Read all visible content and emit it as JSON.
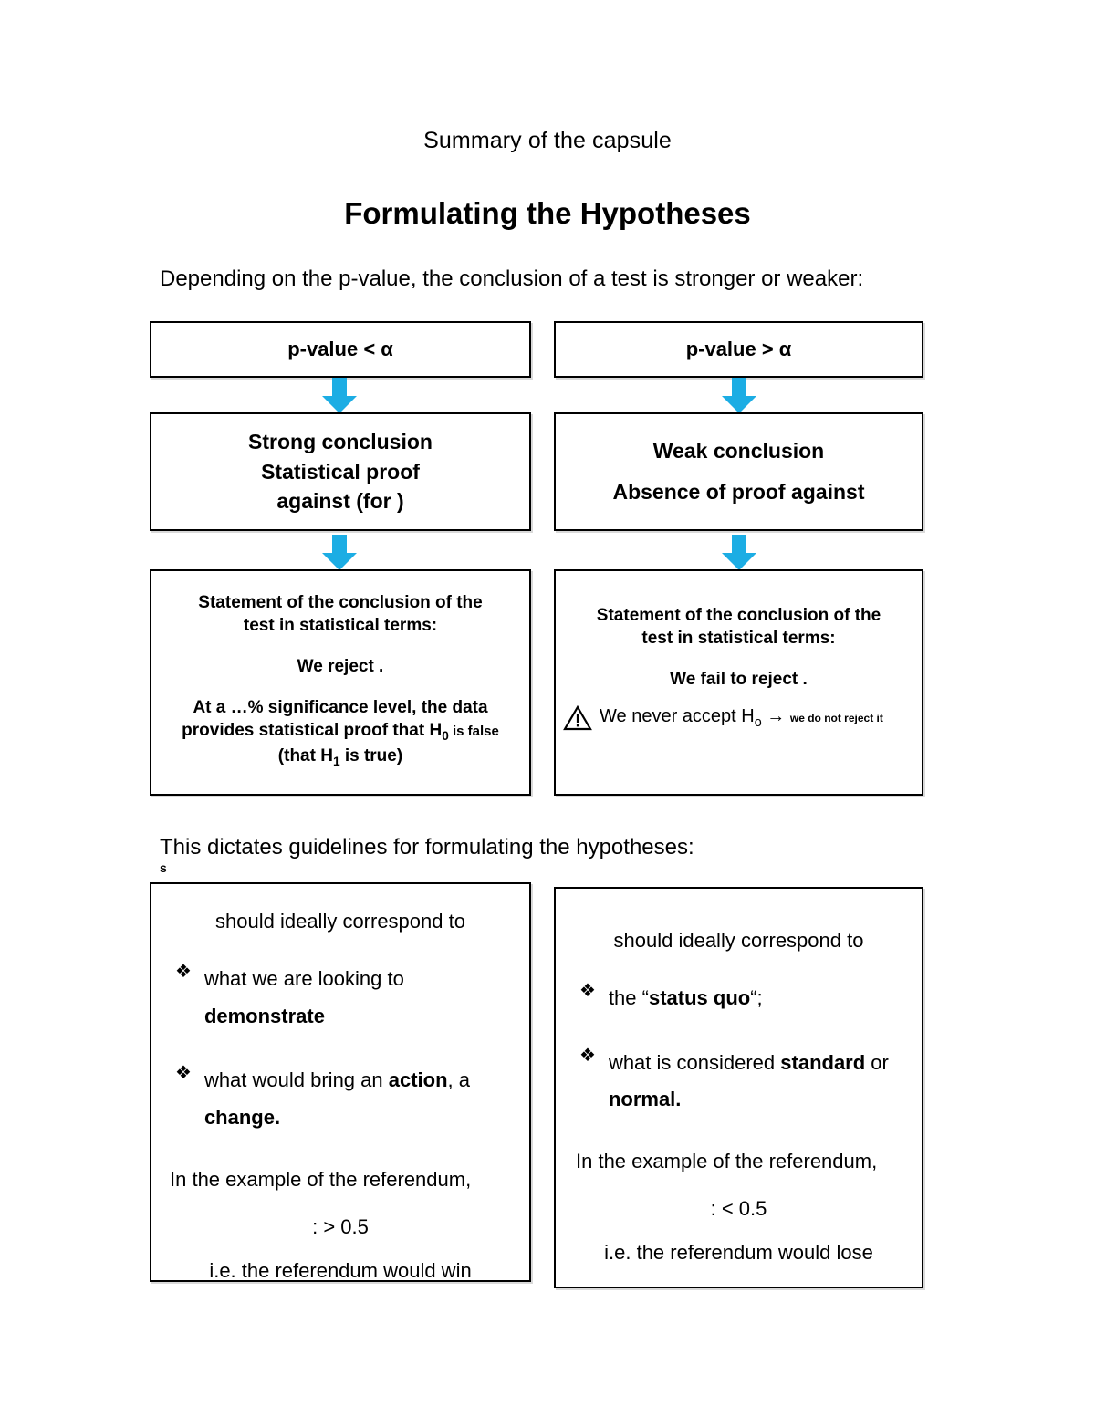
{
  "document": {
    "capsule_heading": "Summary of the capsule",
    "title": "Formulating the Hypotheses",
    "intro": "Depending on the p-value, the conclusion of a test is stronger or weaker:",
    "dictates": "This dictates guidelines for formulating the hypotheses:",
    "stray_char": "s"
  },
  "colors": {
    "arrow": "#1CADE4",
    "border": "#000000",
    "background": "#FFFFFF"
  },
  "flow": {
    "left": {
      "condition": "p-value < α",
      "conclusion": {
        "line1": "Strong conclusion",
        "line2": "Statistical proof",
        "line3": "against (for )"
      },
      "statement": {
        "header_line1": "Statement of the conclusion of the",
        "header_line2": "test in statistical terms:",
        "verdict": "We reject .",
        "detail_line1": "At a …% significance level, the data",
        "detail_line2_a": "provides statistical proof that H",
        "detail_line2_sub": "0",
        "detail_line2_b": " is false",
        "detail_line3_a": "(that H",
        "detail_line3_sub": "1",
        "detail_line3_b": " is true)"
      }
    },
    "right": {
      "condition": "p-value > α",
      "conclusion": {
        "line1": "Weak conclusion",
        "line2": "Absence of proof against"
      },
      "statement": {
        "header_line1": "Statement of the conclusion of the",
        "header_line2": "test in statistical terms:",
        "verdict": "We fail to reject .",
        "warning_main_a": "We never accept H",
        "warning_main_sub": "o",
        "warning_arrow": " → ",
        "warning_tiny": "we do not reject it"
      }
    }
  },
  "guidelines": {
    "left": {
      "lead": "should ideally correspond to",
      "bullets": [
        {
          "glyph": "❖",
          "text_plain": "what we are looking to ",
          "text_bold": "demonstrate",
          "text_tail": ""
        },
        {
          "glyph": "❖",
          "text_plain": "what would bring an ",
          "text_bold": "action",
          "text_tail": ", a"
        }
      ],
      "bullet2_continuation": "change.",
      "example_intro": "In the example of the referendum,",
      "value": ": > 0.5",
      "outcome": "i.e. the referendum would win"
    },
    "right": {
      "lead": "should ideally correspond to",
      "bullets": [
        {
          "glyph": "❖",
          "text_plain": "the  “",
          "text_bold": "status quo",
          "text_tail": "“;"
        },
        {
          "glyph": "❖",
          "text_plain": "what is considered ",
          "text_bold": "standard",
          "text_tail": " or"
        }
      ],
      "bullet2_continuation": "normal.",
      "example_intro": "In the example of the referendum,",
      "value": ": < 0.5",
      "outcome": "i.e.  the referendum would lose"
    }
  }
}
